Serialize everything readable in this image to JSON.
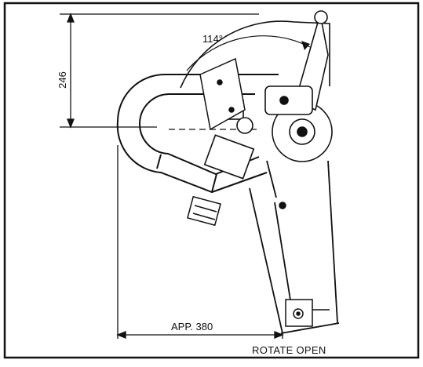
{
  "diagram": {
    "dimension_height_label": "246",
    "rotation_angle_label": "114°",
    "dimension_width_label": "APP. 380",
    "caption": "ROTATE OPEN"
  },
  "colors": {
    "ink": "#111111",
    "paper": "#ffffff"
  }
}
